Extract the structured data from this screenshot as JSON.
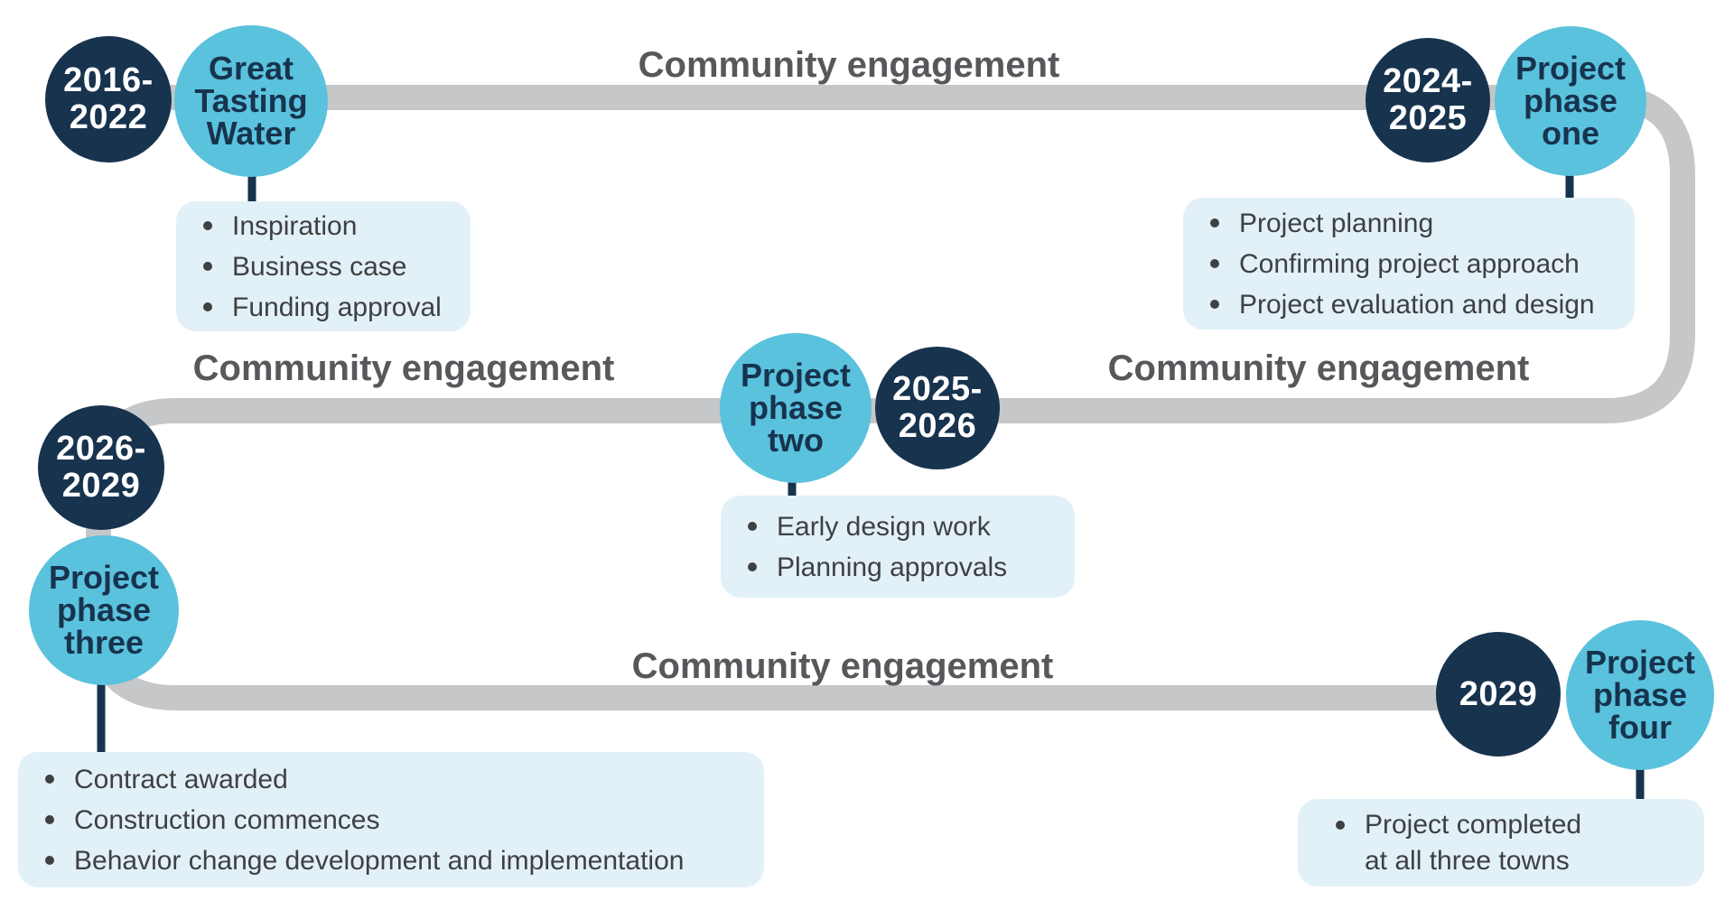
{
  "palette": {
    "navy": "#17334e",
    "cyan": "#5ac2dd",
    "track_gray": "#c6c7c8",
    "label_gray": "#57585b",
    "box_bg": "#e2f1f7",
    "bullet_text": "#3f4042",
    "circle_text_on_navy": "#ffffff"
  },
  "labels": {
    "top": "Community engagement",
    "mid_left": "Community engagement",
    "mid_right": "Community engagement",
    "bottom": "Community engagement"
  },
  "milestones": {
    "m1_years": "2016-\n2022",
    "m1_name": "Great\nTasting\nWater",
    "m2_years": "2024-\n2025",
    "m2_name": "Project\nphase\none",
    "m3_name": "Project\nphase\ntwo",
    "m3_years": "2025-\n2026",
    "m4_years": "2026-\n2029",
    "m4_name": "Project\nphase\nthree",
    "m5_years": "2029",
    "m5_name": "Project\nphase\nfour"
  },
  "boxes": {
    "great_tasting_water": [
      "Inspiration",
      "Business case",
      "Funding approval"
    ],
    "phase_one": [
      "Project planning",
      "Confirming project approach",
      "Project evaluation and design"
    ],
    "phase_two": [
      "Early design work",
      "Planning approvals"
    ],
    "phase_three": [
      "Contract awarded",
      "Construction commences",
      "Behavior change development and implementation"
    ],
    "phase_four": [
      "Project completed\nat all three towns"
    ]
  }
}
